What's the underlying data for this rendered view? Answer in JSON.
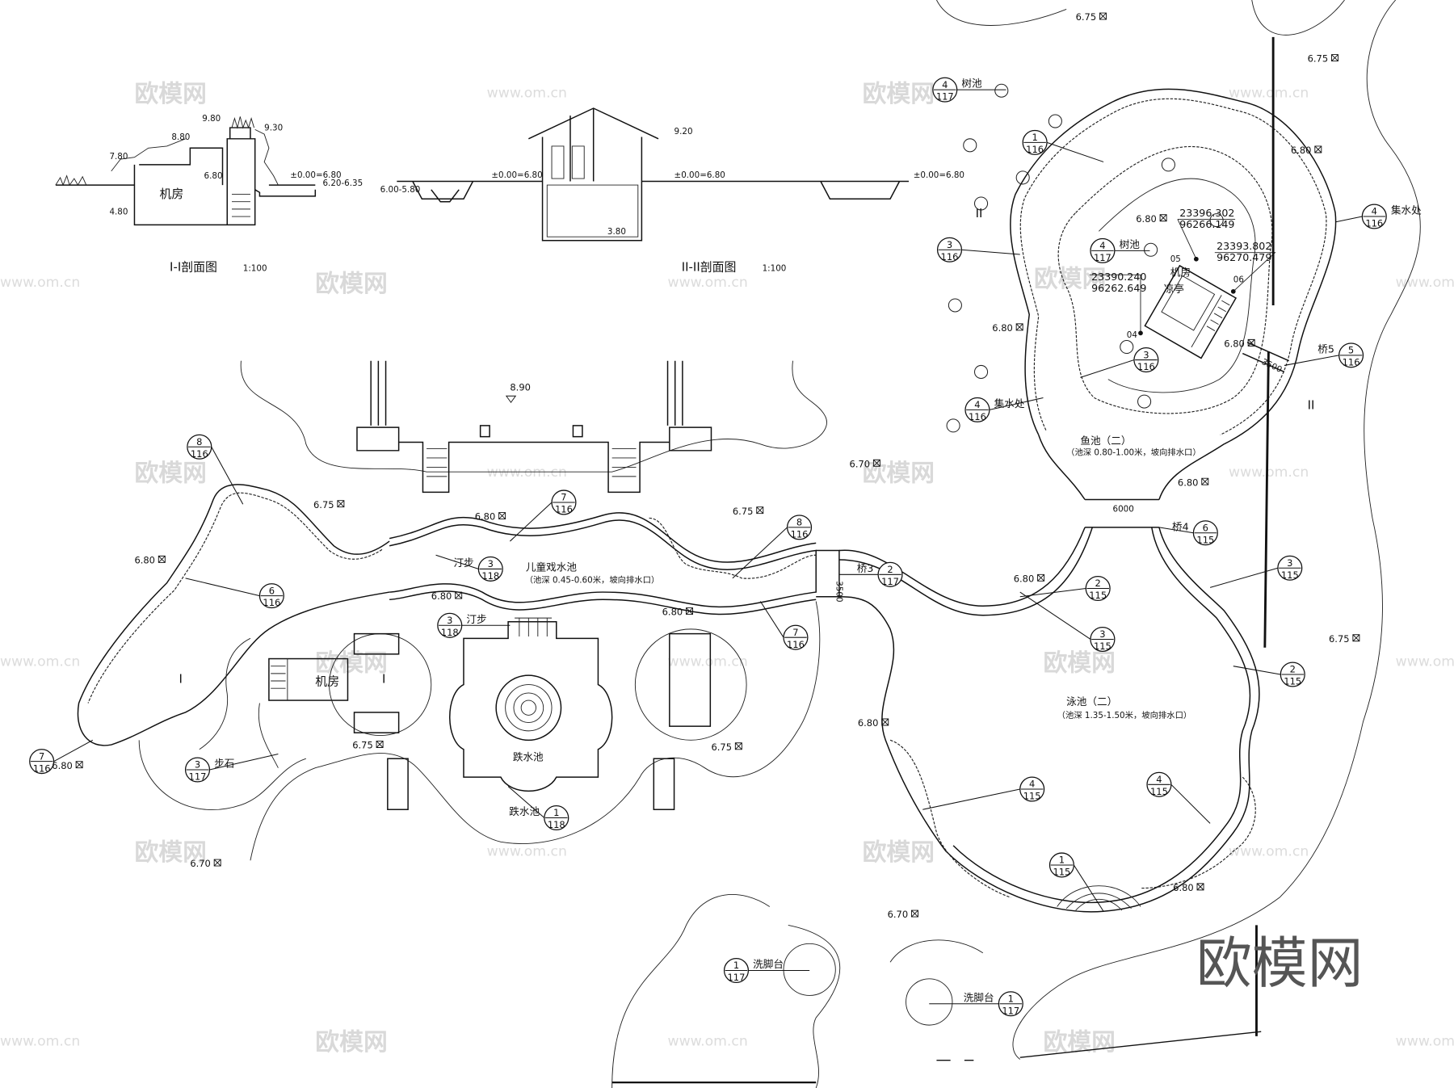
{
  "sections": {
    "s1": {
      "title": "I-I剖面图",
      "scale": "1:100",
      "room": "机房",
      "elevations": [
        "9.80",
        "9.30",
        "8.80",
        "7.80",
        "6.80",
        "±0.00=6.80",
        "6.20-6.35",
        "4.80"
      ]
    },
    "s2": {
      "title": "II-II剖面图",
      "scale": "1:100",
      "elevations": [
        "9.20",
        "±0.00=6.80",
        "±0.00=6.80",
        "±0.00=6.80",
        "6.00-5.80",
        "3.80"
      ]
    }
  },
  "pools": {
    "children": {
      "name": "儿童戏水池",
      "depth": "（池深 0.45-0.60米，坡向排水口）"
    },
    "swim": {
      "name": "泳池（二）",
      "depth": "（池深 1.35-1.50米，坡向排水口）"
    },
    "fish": {
      "name": "鱼池（二）",
      "depth": "（池深 0.80-1.00米，坡向排水口）"
    },
    "cascade": {
      "name": "跌水池"
    },
    "machine_room": "机房",
    "pavilion": "凉亭",
    "section_mark_1": "I",
    "section_mark_2": "II"
  },
  "dimensions": [
    "6000",
    "3500",
    "3500"
  ],
  "coordinates": [
    {
      "n": "23396.302",
      "e": "96266.149",
      "pt": "05"
    },
    {
      "n": "23393.802",
      "e": "96270.479",
      "pt": "06"
    },
    {
      "n": "23390.240",
      "e": "96262.649",
      "pt": "04"
    }
  ],
  "callouts": [
    {
      "num": "8",
      "sheet": "116",
      "label": ""
    },
    {
      "num": "6",
      "sheet": "116",
      "label": ""
    },
    {
      "num": "7",
      "sheet": "116",
      "label": ""
    },
    {
      "num": "3",
      "sheet": "117",
      "label": "步石"
    },
    {
      "num": "7",
      "sheet": "116",
      "label": ""
    },
    {
      "num": "8",
      "sheet": "116",
      "label": ""
    },
    {
      "num": "3",
      "sheet": "118",
      "label": "汀步"
    },
    {
      "num": "3",
      "sheet": "118",
      "label": "汀步"
    },
    {
      "num": "7",
      "sheet": "116",
      "label": ""
    },
    {
      "num": "2",
      "sheet": "117",
      "label": "桥3"
    },
    {
      "num": "1",
      "sheet": "118",
      "label": "跌水池"
    },
    {
      "num": "4",
      "sheet": "117",
      "label": "树池"
    },
    {
      "num": "1",
      "sheet": "116",
      "label": ""
    },
    {
      "num": "3",
      "sheet": "116",
      "label": ""
    },
    {
      "num": "4",
      "sheet": "117",
      "label": "树池"
    },
    {
      "num": "3",
      "sheet": "116",
      "label": ""
    },
    {
      "num": "4",
      "sheet": "116",
      "label": "集水处"
    },
    {
      "num": "4",
      "sheet": "116",
      "label": "集水处"
    },
    {
      "num": "5",
      "sheet": "116",
      "label": "桥5"
    },
    {
      "num": "6",
      "sheet": "115",
      "label": "桥4"
    },
    {
      "num": "2",
      "sheet": "115",
      "label": ""
    },
    {
      "num": "3",
      "sheet": "115",
      "label": ""
    },
    {
      "num": "3",
      "sheet": "115",
      "label": ""
    },
    {
      "num": "2",
      "sheet": "115",
      "label": ""
    },
    {
      "num": "4",
      "sheet": "115",
      "label": ""
    },
    {
      "num": "4",
      "sheet": "115",
      "label": ""
    },
    {
      "num": "1",
      "sheet": "115",
      "label": ""
    },
    {
      "num": "1",
      "sheet": "117",
      "label": "洗脚台"
    },
    {
      "num": "1",
      "sheet": "117",
      "label": "洗脚台"
    }
  ],
  "spot_elevations": [
    "6.75",
    "6.75",
    "6.80",
    "6.80",
    "6.80",
    "6.80",
    "6.80",
    "6.70",
    "6.75",
    "6.75",
    "6.80",
    "6.80",
    "6.80",
    "6.80",
    "6.80",
    "6.75",
    "6.80",
    "6.80",
    "6.75",
    "6.75",
    "6.70",
    "6.80",
    "6.70",
    "8.90"
  ],
  "watermark": {
    "logo": "欧模网",
    "url": "www.om.cn"
  }
}
